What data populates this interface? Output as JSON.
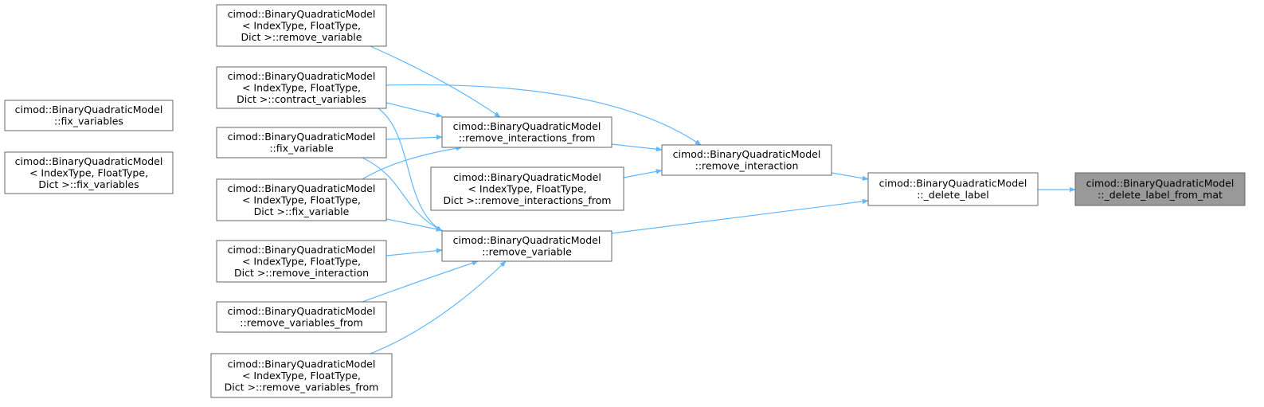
{
  "diagram": {
    "colors": {
      "edge": "#63b8ff",
      "node_border": "#666666",
      "node_fill": "#ffffff",
      "focus_fill": "#999999"
    },
    "nodes": [
      {
        "id": "n_rv_tpl",
        "lines": [
          "cimod::BinaryQuadraticModel",
          "< IndexType, FloatType,",
          "Dict >::remove_variable"
        ]
      },
      {
        "id": "n_cv_tpl",
        "lines": [
          "cimod::BinaryQuadraticModel",
          "< IndexType, FloatType,",
          "Dict >::contract_variables"
        ]
      },
      {
        "id": "n_fvs",
        "lines": [
          "cimod::BinaryQuadraticModel",
          "::fix_variables"
        ]
      },
      {
        "id": "n_fvs_tpl",
        "lines": [
          "cimod::BinaryQuadraticModel",
          "< IndexType, FloatType,",
          "Dict >::fix_variables"
        ]
      },
      {
        "id": "n_fv",
        "lines": [
          "cimod::BinaryQuadraticModel",
          "::fix_variable"
        ]
      },
      {
        "id": "n_fv_tpl",
        "lines": [
          "cimod::BinaryQuadraticModel",
          "< IndexType, FloatType,",
          "Dict >::fix_variable"
        ]
      },
      {
        "id": "n_ri_tpl",
        "lines": [
          "cimod::BinaryQuadraticModel",
          "< IndexType, FloatType,",
          "Dict >::remove_interaction"
        ]
      },
      {
        "id": "n_rvf",
        "lines": [
          "cimod::BinaryQuadraticModel",
          "::remove_variables_from"
        ]
      },
      {
        "id": "n_rvf_tpl",
        "lines": [
          "cimod::BinaryQuadraticModel",
          "< IndexType, FloatType,",
          "Dict >::remove_variables_from"
        ]
      },
      {
        "id": "n_rif",
        "lines": [
          "cimod::BinaryQuadraticModel",
          "::remove_interactions_from"
        ]
      },
      {
        "id": "n_rif_tpl",
        "lines": [
          "cimod::BinaryQuadraticModel",
          "< IndexType, FloatType,",
          "Dict >::remove_interactions_from"
        ]
      },
      {
        "id": "n_rv",
        "lines": [
          "cimod::BinaryQuadraticModel",
          "::remove_variable"
        ]
      },
      {
        "id": "n_ri",
        "lines": [
          "cimod::BinaryQuadraticModel",
          "::remove_interaction"
        ]
      },
      {
        "id": "n_dl",
        "lines": [
          "cimod::BinaryQuadraticModel",
          "::_delete_label"
        ]
      },
      {
        "id": "n_dlfm",
        "lines": [
          "cimod::BinaryQuadraticModel",
          "::_delete_label_from_mat"
        ],
        "focus": true
      }
    ],
    "edges": [
      {
        "from": "n_dl",
        "to": "n_dlfm"
      },
      {
        "from": "n_ri",
        "to": "n_dl"
      },
      {
        "from": "n_rv",
        "to": "n_dl"
      },
      {
        "from": "n_rif",
        "to": "n_ri"
      },
      {
        "from": "n_rif_tpl",
        "to": "n_ri"
      },
      {
        "from": "n_cv_tpl",
        "to": "n_ri"
      },
      {
        "from": "n_rv_tpl",
        "to": "n_rif"
      },
      {
        "from": "n_cv_tpl",
        "to": "n_rif"
      },
      {
        "from": "n_fv",
        "to": "n_rif"
      },
      {
        "from": "n_fv_tpl",
        "to": "n_rif"
      },
      {
        "from": "n_cv_tpl",
        "to": "n_rv"
      },
      {
        "from": "n_fv",
        "to": "n_rv"
      },
      {
        "from": "n_fv_tpl",
        "to": "n_rv"
      },
      {
        "from": "n_ri_tpl",
        "to": "n_rv"
      },
      {
        "from": "n_rvf",
        "to": "n_rv"
      },
      {
        "from": "n_rvf_tpl",
        "to": "n_rv"
      },
      {
        "from": "n_fvs",
        "to": "n_fv"
      },
      {
        "from": "n_fvs_tpl",
        "to": "n_fv"
      }
    ]
  }
}
